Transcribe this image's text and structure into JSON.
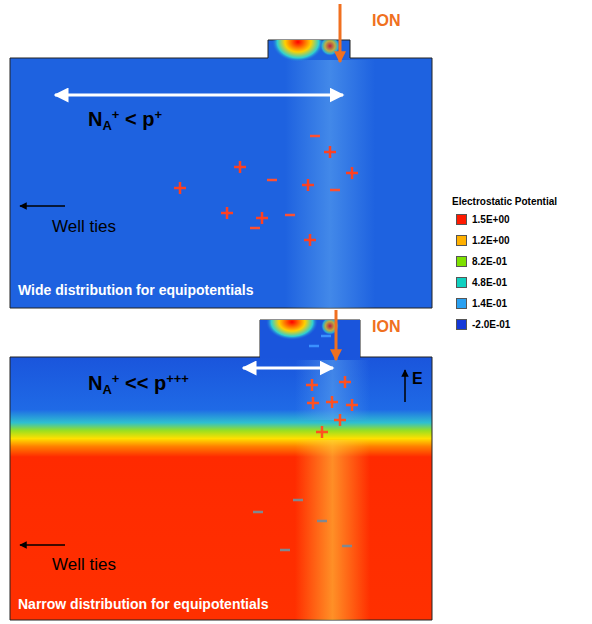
{
  "diagram": {
    "labels": [
      "ION",
      "NA+ < p+",
      "Well ties",
      "Wide distribution for equipotentials",
      "ION",
      "NA+ << p+++",
      "E",
      "Well ties",
      "Narrow distribution for equipotentials",
      "Electrostatic Potential"
    ],
    "legend": [
      {
        "text": "1.5E+00",
        "color": "#ff1a00"
      },
      {
        "text": "1.2E+00",
        "color": "#ffb000"
      },
      {
        "text": "8.2E-01",
        "color": "#7ee000"
      },
      {
        "text": "4.8E-01",
        "color": "#10d0c0"
      },
      {
        "text": "1.4E-01",
        "color": "#2aa0f0"
      },
      {
        "text": "-2.0E-01",
        "color": "#1438d8"
      }
    ]
  }
}
